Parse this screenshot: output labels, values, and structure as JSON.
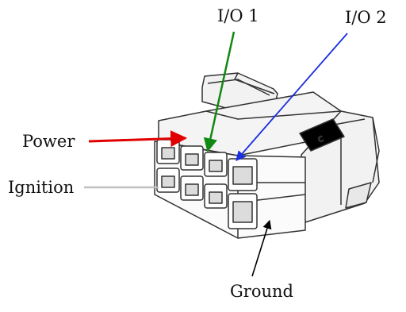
{
  "labels": {
    "io1": "I/O 1",
    "io2": "I/O 2",
    "power": "Power",
    "ignition": "Ignition",
    "ground": "Ground"
  },
  "colors": {
    "power_arrow": "#e00000",
    "io1_arrow": "#118811",
    "io2_arrow": "#1a2ee0",
    "ignition_line": "#c0c0c0",
    "ground_arrow": "#000000",
    "connector_body": "#f7f7f7",
    "connector_outline": "#333333",
    "latch_tab": "#000000"
  },
  "icons": {
    "connector": "8-pin-connector-icon",
    "latch_glyph": "c-glyph"
  }
}
